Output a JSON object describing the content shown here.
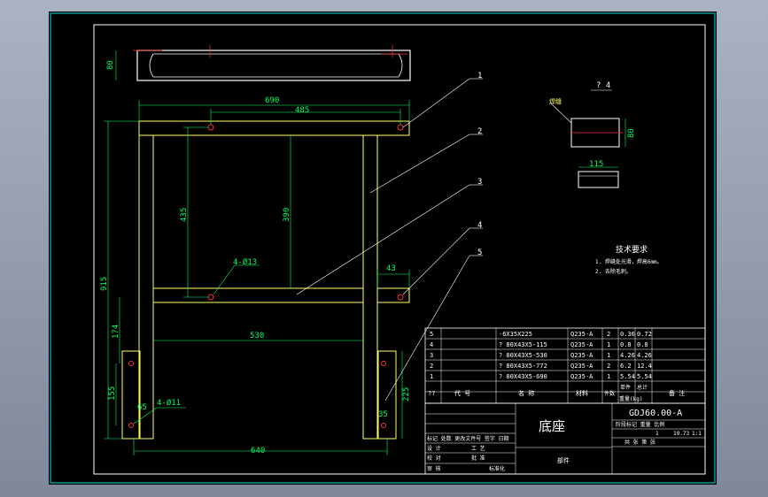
{
  "drawing": {
    "dimensions": {
      "top_height": "80",
      "overall_width": "690",
      "hole_spacing_top": "485",
      "left_vertical_435": "435",
      "center_vertical_390": "390",
      "overall_height": "915",
      "holes_4_d13": "4-Ø13",
      "dim_43": "43",
      "dim_174": "174",
      "inner_530": "530",
      "dim_155": "155",
      "dim_65": "65",
      "holes_4_d11": "4-Ø11",
      "dim_225": "225",
      "dim_35": "35",
      "bottom_640": "640"
    },
    "balloons": [
      "1",
      "2",
      "3",
      "4",
      "5"
    ],
    "section": {
      "title": "? 4",
      "weld_label": "焊缝",
      "height_80": "80",
      "width_115": "115"
    },
    "notes": {
      "title": "技术要求",
      "line1": "1. 焊缝处光滑，焊高6mm。",
      "line2": "2. 去除毛刺。"
    }
  },
  "bom": {
    "rows": [
      {
        "no": "5",
        "spec": "-6X35X225",
        "material": "Q235-A",
        "qty": "2",
        "unit": "0.36",
        "total": "0.72"
      },
      {
        "no": "4",
        "spec": "? 80X43X5-115",
        "material": "Q235-A",
        "qty": "1",
        "unit": "0.8",
        "total": "0.8"
      },
      {
        "no": "3",
        "spec": "? 80X43X5-530",
        "material": "Q235-A",
        "qty": "1",
        "unit": "4.26",
        "total": "4.26"
      },
      {
        "no": "2",
        "spec": "? 80X43X5-772",
        "material": "Q235-A",
        "qty": "2",
        "unit": "6.2",
        "total": "12.4"
      },
      {
        "no": "1",
        "spec": "? 80X43X5-690",
        "material": "Q235-A",
        "qty": "1",
        "unit": "5.54",
        "total": "5.54"
      }
    ],
    "header": {
      "no": "??",
      "code": "代 号",
      "name": "名 称",
      "material": "材料",
      "qty": "件数",
      "weight": "重量(kg)",
      "unit": "单件",
      "total": "总计",
      "remark": "备 注"
    }
  },
  "title_block": {
    "part_name": "底座",
    "drawing_number": "GDJ60.00-A",
    "sub_label": "部件",
    "stage_header": "阶段标记 重量 比例",
    "qty_value": "1",
    "weight_value": "19.73",
    "scale_value": "1:1",
    "sheet_row": "共 张 第 张",
    "revision_row": "标记 处数 更改文件号 签字 日期",
    "roles": [
      "设 计",
      "校 对",
      "审 核",
      "工 艺",
      "批 准"
    ],
    "stamp": "标准化"
  }
}
